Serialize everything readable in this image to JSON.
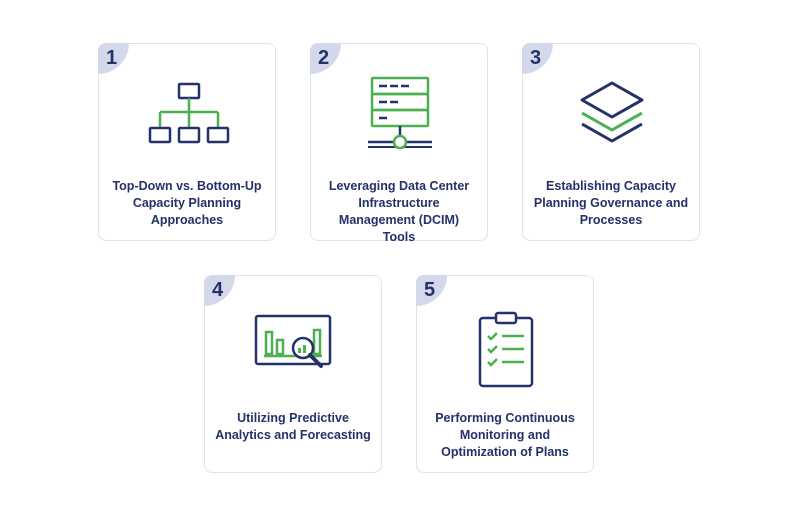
{
  "colors": {
    "navy": "#24326b",
    "green": "#4caf50",
    "badge_bg": "#d3d9ea",
    "card_border": "#e1e3ea"
  },
  "cards": [
    {
      "number": "1",
      "icon": "hierarchy-icon",
      "label_lines": [
        "Top-Down vs. Bottom-Up",
        "Capacity Planning",
        "Approaches"
      ]
    },
    {
      "number": "2",
      "icon": "server-rack-icon",
      "label_lines": [
        "Leveraging Data Center",
        "Infrastructure",
        "Management (DCIM) Tools"
      ]
    },
    {
      "number": "3",
      "icon": "layers-icon",
      "label_lines": [
        "Establishing Capacity",
        "Planning Governance and",
        "Processes"
      ]
    },
    {
      "number": "4",
      "icon": "analytics-magnifier-icon",
      "label_lines": [
        "Utilizing Predictive",
        "Analytics and Forecasting"
      ]
    },
    {
      "number": "5",
      "icon": "clipboard-checklist-icon",
      "label_lines": [
        "Performing Continuous",
        "Monitoring and",
        "Optimization of Plans"
      ]
    }
  ]
}
